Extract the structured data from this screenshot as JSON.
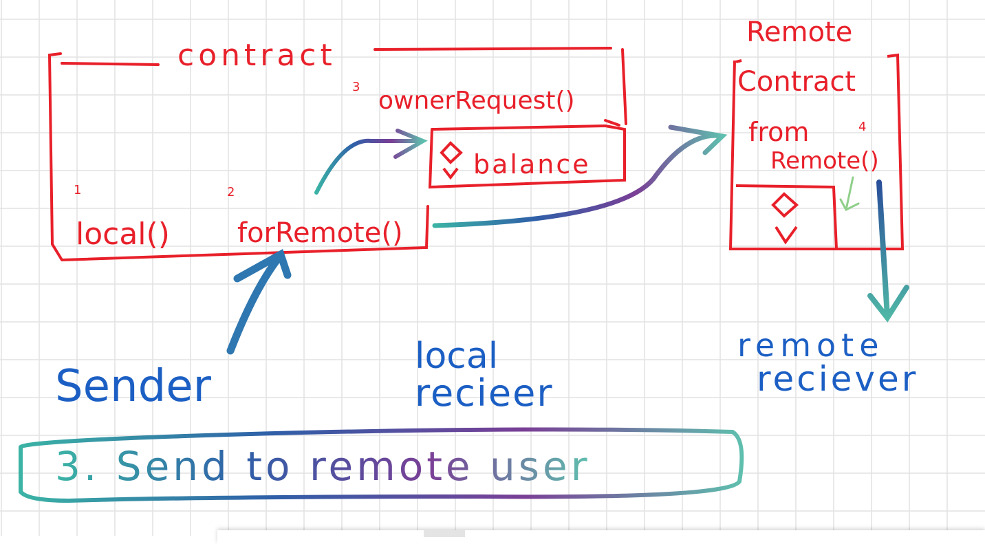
{
  "local_contract": {
    "title": "contract",
    "functions": [
      {
        "step": "1",
        "name": "local()"
      },
      {
        "step": "2",
        "name": "forRemote()"
      },
      {
        "step": "3",
        "name": "ownerRequest()"
      }
    ],
    "state_box": {
      "label": "balance"
    }
  },
  "remote_contract": {
    "title": "Remote",
    "subtitle": "Contract",
    "function": {
      "step": "4",
      "name_line1": "from",
      "name_line2": "Remote()"
    }
  },
  "actors": {
    "sender": "Sender",
    "local_receiver_line1": "local",
    "local_receiver_line2": "recieer",
    "remote_receiver_line1": "remote",
    "remote_receiver_line2": "reciever"
  },
  "caption": "3. Send to remote user",
  "colors": {
    "ink_red": "#e8202a",
    "ink_blue": "#1c5fc4",
    "grid": "#e2e2e2"
  }
}
